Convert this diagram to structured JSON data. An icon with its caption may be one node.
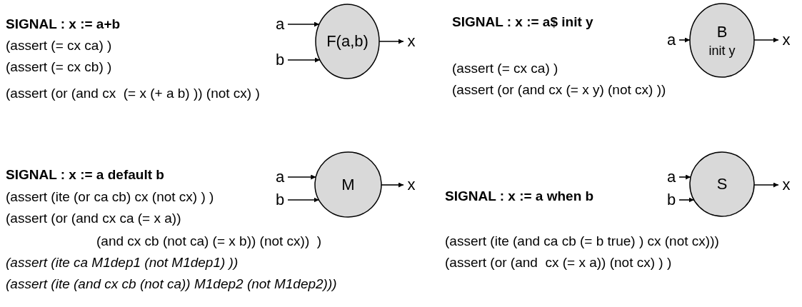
{
  "diagram": {
    "nodes": [
      {
        "text": [
          "a"
        ]
      },
      {
        "text": [
          "b"
        ]
      },
      {
        "text": [
          "F(a,b)"
        ]
      },
      {
        "text": [
          "x"
        ]
      },
      {
        "text": [
          "a"
        ]
      },
      {
        "text": [
          "B",
          "init y"
        ]
      },
      {
        "text": [
          "x"
        ]
      },
      {
        "text": [
          "a"
        ]
      },
      {
        "text": [
          "b"
        ]
      },
      {
        "text": [
          "M"
        ]
      },
      {
        "text": [
          "x"
        ]
      },
      {
        "text": [
          "a"
        ]
      },
      {
        "text": [
          "b"
        ]
      },
      {
        "text": [
          "S"
        ]
      },
      {
        "text": [
          "x"
        ]
      }
    ],
    "edges": [
      {
        "from": 0,
        "to": 2,
        "arrow": "to"
      },
      {
        "from": 1,
        "to": 2,
        "arrow": "to"
      },
      {
        "from": 2,
        "to": 3,
        "arrow": "to"
      },
      {
        "from": 4,
        "to": 5,
        "arrow": "to"
      },
      {
        "from": 5,
        "to": 6,
        "arrow": "to"
      },
      {
        "from": 7,
        "to": 9,
        "arrow": "to"
      },
      {
        "from": 8,
        "to": 9,
        "arrow": "to"
      },
      {
        "from": 9,
        "to": 10,
        "arrow": "to"
      },
      {
        "from": 11,
        "to": 13,
        "arrow": "to"
      },
      {
        "from": 12,
        "to": 13,
        "arrow": "to"
      },
      {
        "from": 13,
        "to": 14,
        "arrow": "to"
      }
    ],
    "labels": [
      "SIGNAL : x := a+b",
      "(assert (= cx ca) )",
      "(assert (= cx cb) )",
      "(assert (or (and cx  (= x (+ a b) )) (not cx) )",
      "SIGNAL : x := a$ init y",
      "(assert (= cx ca) )",
      "(assert (or (and cx (= x y) (not cx) ))",
      "SIGNAL : x := a default b",
      "(assert (ite (or ca cb) cx (not cx) ) )",
      "(assert (or (and cx ca (= x a))",
      "(and cx cb (not ca) (= x b)) (not cx))  )",
      "(assert (ite ca M1dep1 (not M1dep1) ))",
      "(assert (ite (and cx cb (not ca)) M1dep2 (not M1dep2)))",
      "SIGNAL : x := a when b",
      "(assert (ite (and ca cb (= b true) ) cx (not cx)))",
      "(assert (or (and  cx (= x a)) (not cx) ) )"
    ]
  }
}
